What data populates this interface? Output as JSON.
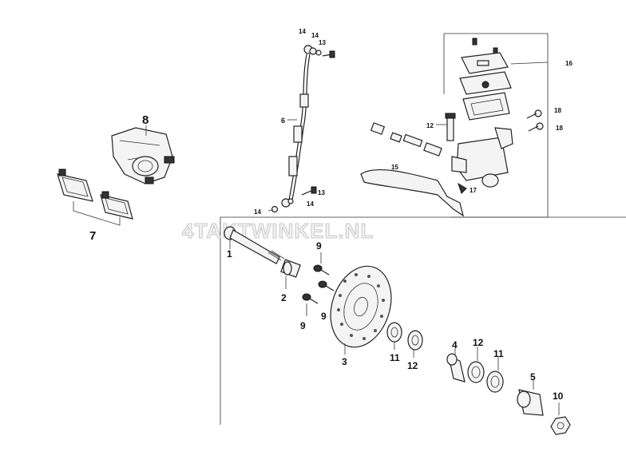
{
  "watermark": "4TAKTWINKEL.NL",
  "labels": {
    "p1": "1",
    "p2": "2",
    "p3": "3",
    "p4": "4",
    "p5": "5",
    "p6": "6",
    "p7": "7",
    "p8": "8",
    "p9a": "9",
    "p9b": "9",
    "p9c": "9",
    "p10": "10",
    "p11a": "11",
    "p11b": "11",
    "p12a": "12",
    "p12b": "12",
    "p12c": "12",
    "p13a": "13",
    "p13b": "13",
    "p14a": "14",
    "p14b": "14",
    "p14c": "14",
    "p14d": "14",
    "p15": "15",
    "p16": "16",
    "p17": "17",
    "p18a": "18",
    "p18b": "18"
  }
}
